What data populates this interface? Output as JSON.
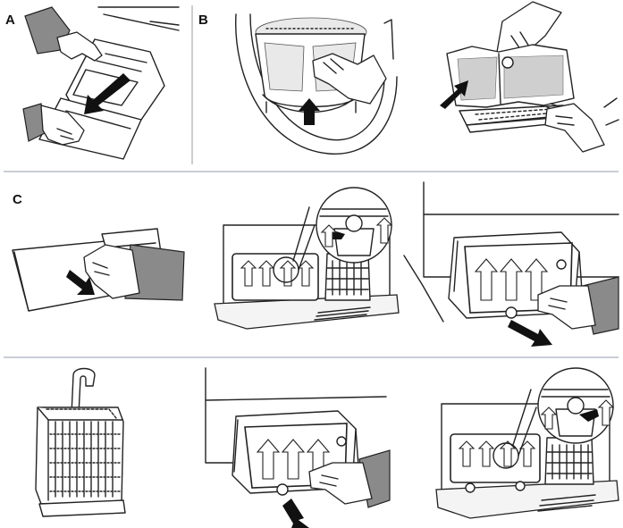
{
  "steps": {
    "a": "A",
    "b": "B",
    "c": "C"
  },
  "colors": {
    "divider": "#c9cdd6",
    "sleeve": "#8a8a8a",
    "ink": "#222222"
  }
}
